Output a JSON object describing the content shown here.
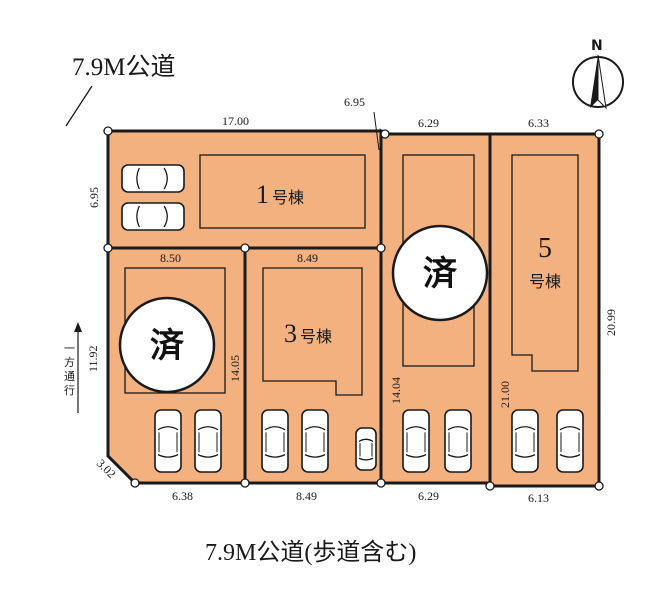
{
  "roads": {
    "north": "7.9M公道",
    "south": "7.9M公道(歩道含む)",
    "oneway": [
      "一",
      "方",
      "通",
      "行"
    ]
  },
  "compass": {
    "north_label": "N"
  },
  "lots": {
    "lot1": {
      "number": "1",
      "suffix": "号棟"
    },
    "lot3": {
      "number": "3",
      "suffix": "号棟"
    },
    "lot5": {
      "number": "5",
      "suffix": "号棟"
    },
    "sold_mark": "済"
  },
  "dimensions": {
    "top_lot1": "17.00",
    "top_lot1_right": "6.95",
    "top_lot4": "6.29",
    "top_lot5": "6.33",
    "lot1_left": "6.95",
    "lot2_top": "8.50",
    "lot3_top": "8.49",
    "lot2_left": "11.92",
    "lot2_right": "14.05",
    "lot4_depth": "14.04",
    "lot5_depth": "21.00",
    "right_edge": "20.99",
    "corner_cut": "3.02",
    "bottom_lot2": "6.38",
    "bottom_lot3": "8.49",
    "bottom_lot4": "6.29",
    "bottom_lot5": "6.13"
  },
  "colors": {
    "lot_fill": "#f2b17e",
    "outline": "#1a1a1a"
  }
}
